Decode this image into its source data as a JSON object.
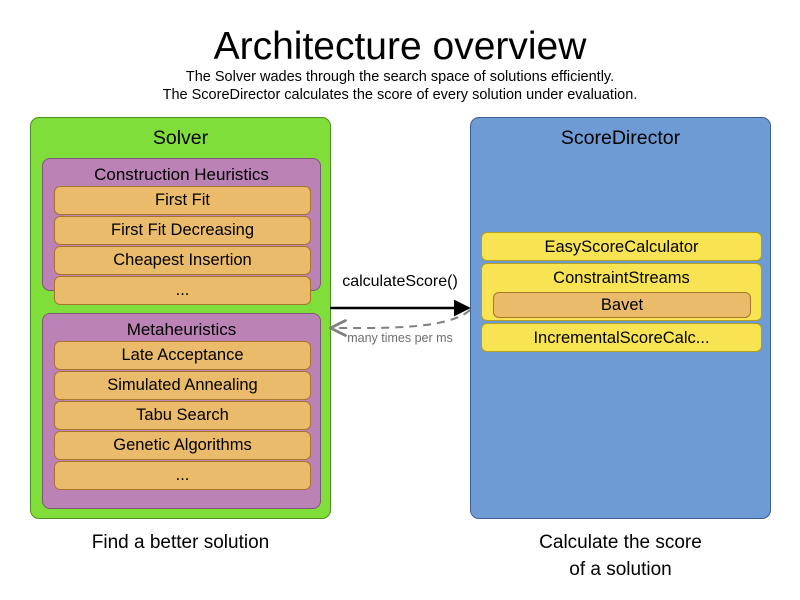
{
  "header": {
    "title": "Architecture overview",
    "subtitle_line1": "The Solver wades through the search space of solutions efficiently.",
    "subtitle_line2": "The ScoreDirector calculates the score of every solution under evaluation."
  },
  "colors": {
    "solver_panel": "#80DE3A",
    "group_panel": "#BB82B6",
    "algorithm_box": "#EABB6B",
    "scoredirector_panel": "#6F9BD5",
    "calculator_box": "#F8E352",
    "background": "#FFFFFF",
    "arrow_solid": "#000000",
    "arrow_dashed": "#808080"
  },
  "solver": {
    "title": "Solver",
    "caption": "Find a better solution",
    "groups": [
      {
        "name": "construction-heuristics",
        "title": "Construction Heuristics",
        "items": [
          {
            "label": "First Fit"
          },
          {
            "label": "First Fit Decreasing"
          },
          {
            "label": "Cheapest Insertion"
          },
          {
            "label": "..."
          }
        ]
      },
      {
        "name": "metaheuristics",
        "title": "Metaheuristics",
        "items": [
          {
            "label": "Late Acceptance"
          },
          {
            "label": "Simulated Annealing"
          },
          {
            "label": "Tabu Search"
          },
          {
            "label": "Genetic Algorithms"
          },
          {
            "label": "..."
          }
        ]
      }
    ]
  },
  "score_director": {
    "title": "ScoreDirector",
    "caption_line1": "Calculate the score",
    "caption_line2": "of a solution",
    "calculators": [
      {
        "label": "EasyScoreCalculator"
      },
      {
        "label": "ConstraintStreams",
        "child": {
          "label": "Bavet"
        }
      },
      {
        "label": "IncrementalScoreCalc..."
      }
    ]
  },
  "connections": {
    "request_label": "calculateScore()",
    "response_label": "many times per ms"
  }
}
